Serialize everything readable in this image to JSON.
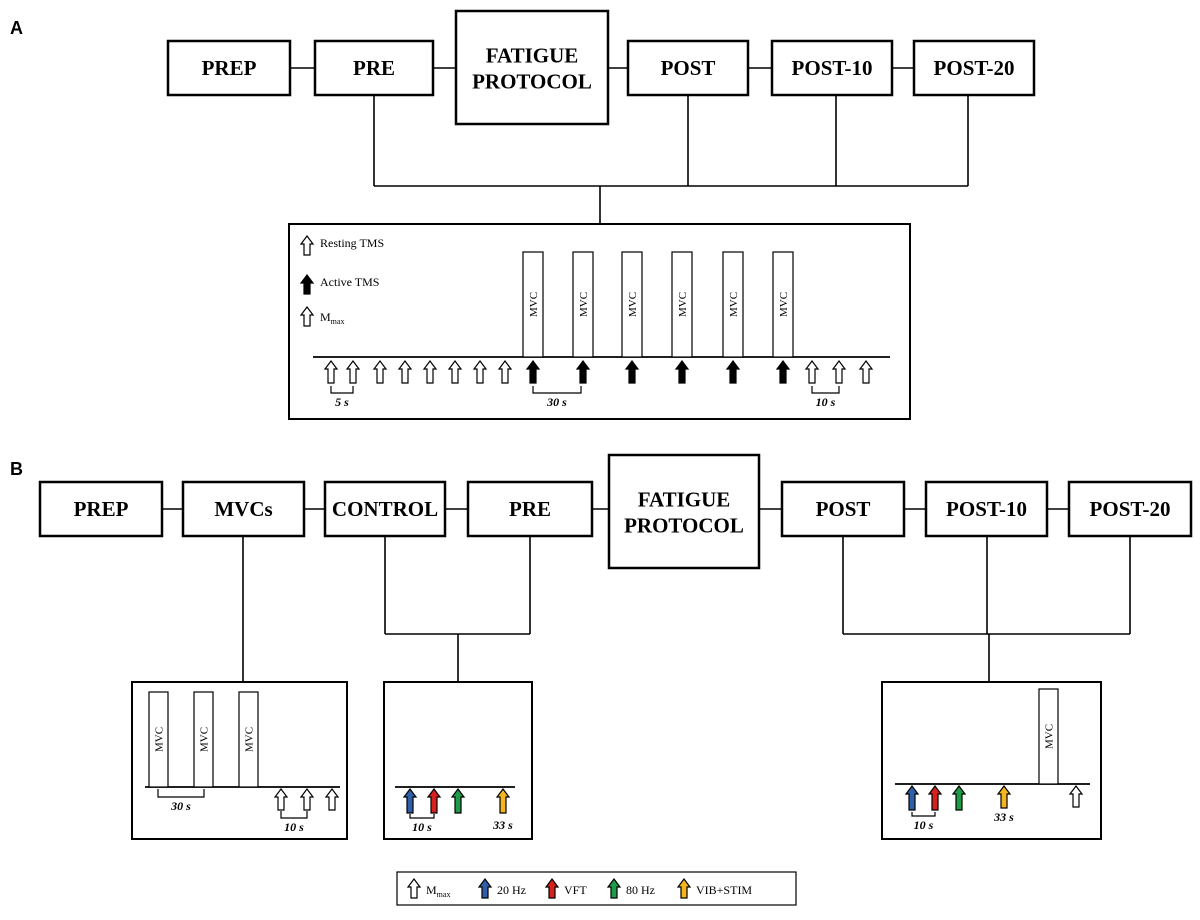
{
  "panel_a": {
    "label": "A",
    "stages": [
      {
        "id": "prep",
        "lines": [
          "PREP"
        ]
      },
      {
        "id": "pre",
        "lines": [
          "PRE"
        ]
      },
      {
        "id": "fatigue",
        "lines": [
          "FATIGUE",
          "PROTOCOL"
        ]
      },
      {
        "id": "post",
        "lines": [
          "POST"
        ]
      },
      {
        "id": "post10",
        "lines": [
          "POST-10"
        ]
      },
      {
        "id": "post20",
        "lines": [
          "POST-20"
        ]
      }
    ],
    "legend": {
      "resting": "Resting TMS",
      "active": "Active TMS",
      "mmax_main": "M",
      "mmax_sub": "max"
    },
    "mvc_label": "MVC",
    "mvc_count": 6,
    "times": {
      "left": "5 s",
      "middle": "30 s",
      "right": "10 s"
    }
  },
  "panel_b": {
    "label": "B",
    "stages": [
      {
        "id": "prep",
        "lines": [
          "PREP"
        ]
      },
      {
        "id": "mvcs",
        "lines": [
          "MVCs"
        ]
      },
      {
        "id": "control",
        "lines": [
          "CONTROL"
        ]
      },
      {
        "id": "pre",
        "lines": [
          "PRE"
        ]
      },
      {
        "id": "fatigue",
        "lines": [
          "FATIGUE",
          "PROTOCOL"
        ]
      },
      {
        "id": "post",
        "lines": [
          "POST"
        ]
      },
      {
        "id": "post10",
        "lines": [
          "POST-10"
        ]
      },
      {
        "id": "post20",
        "lines": [
          "POST-20"
        ]
      }
    ],
    "mvc_label": "MVC",
    "times": {
      "mvcs_interval": "30 s",
      "mvcs_mmax": "10 s",
      "control_interval": "10 s",
      "control_vibstim": "33 s",
      "post_interval": "10 s",
      "post_vibstim": "33 s"
    }
  },
  "legend": {
    "items": [
      {
        "id": "mmax",
        "label": "M",
        "sub": "max",
        "color": "#ffffff"
      },
      {
        "id": "hz20",
        "label": "20 Hz",
        "sub": "",
        "color": "#2e5fa8"
      },
      {
        "id": "vft",
        "label": "VFT",
        "sub": "",
        "color": "#d6211e"
      },
      {
        "id": "hz80",
        "label": "80 Hz",
        "sub": "",
        "color": "#1f9a46"
      },
      {
        "id": "vibstim",
        "label": "VIB+STIM",
        "sub": "",
        "color": "#f5b51e"
      }
    ]
  }
}
